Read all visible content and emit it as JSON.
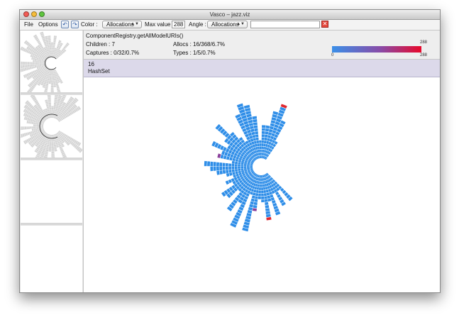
{
  "window": {
    "title": "Vasco – jazz.viz"
  },
  "menu": {
    "file": "File",
    "options": "Options"
  },
  "toolbar": {
    "undo_icon": "undo-arrow-icon",
    "redo_icon": "redo-arrow-icon",
    "color_label": "Color :",
    "color_value": "Allocations",
    "maxvalue_label": "Max value :",
    "maxvalue_value": "288",
    "angle_label": "Angle :",
    "angle_value": "Allocations",
    "search_value": "",
    "clear_icon": "clear-x-icon"
  },
  "info": {
    "method": "ComponentRegistry.getAllModelURIs()",
    "children": "Children : 7",
    "captures": "Captures : 0/32/0.7%",
    "allocs": "Allocs : 16/368/6.7%",
    "types": "Types : 1/5/0.7%"
  },
  "legend": {
    "min": "0",
    "max": "288",
    "max_top": "288"
  },
  "selection": {
    "count": "16",
    "type": "HashSet"
  },
  "colors": {
    "low": "#3a8fe8",
    "mid": "#8a4aa6",
    "high": "#e8082a",
    "panel_select": "#dcd9ea"
  }
}
